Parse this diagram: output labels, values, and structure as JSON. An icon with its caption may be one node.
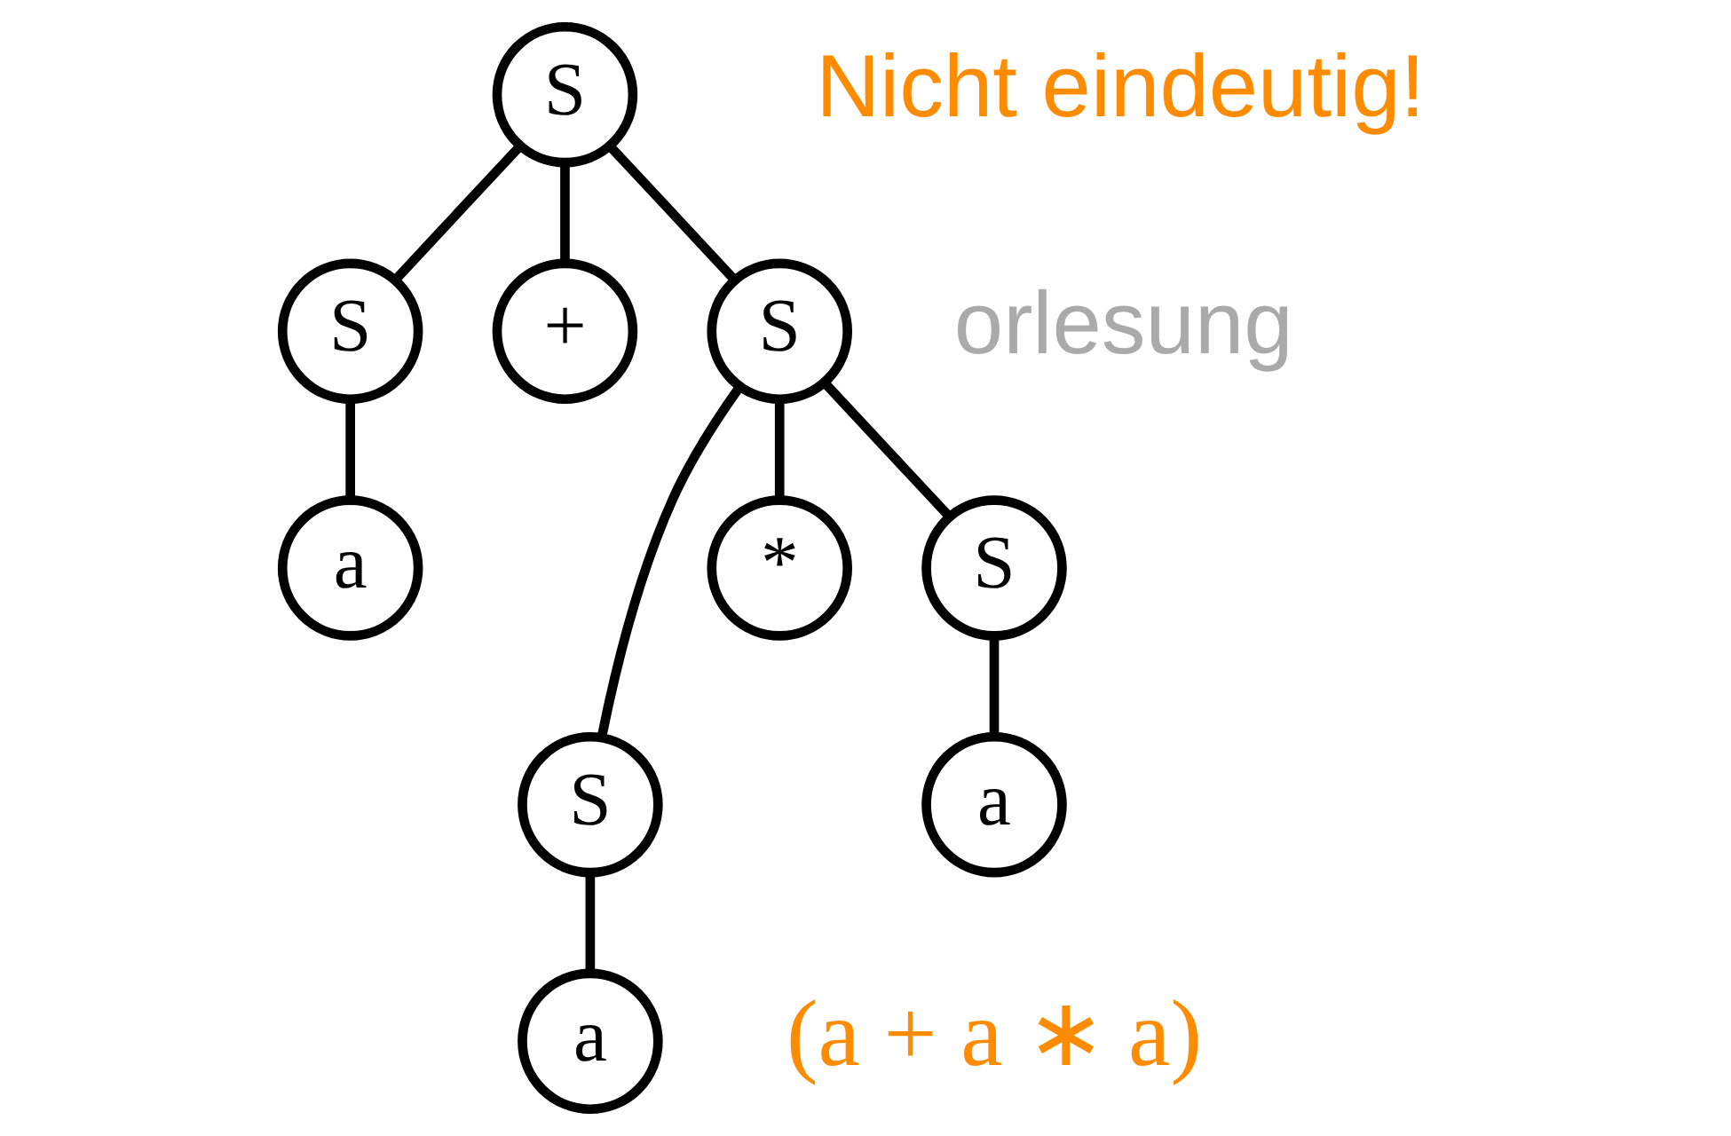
{
  "diagram": {
    "nodes": [
      {
        "text": [
          "S"
        ]
      },
      {
        "text": [
          "S"
        ]
      },
      {
        "text": [
          "+"
        ]
      },
      {
        "text": [
          "S"
        ]
      },
      {
        "text": [
          "a"
        ]
      },
      {
        "text": [
          "S"
        ]
      },
      {
        "text": [
          "*"
        ]
      },
      {
        "text": [
          "S"
        ]
      },
      {
        "text": [
          "a"
        ]
      },
      {
        "text": [
          "a"
        ]
      }
    ],
    "edges": [
      {
        "from": 0,
        "to": 1,
        "arrow": "none"
      },
      {
        "from": 0,
        "to": 2,
        "arrow": "none"
      },
      {
        "from": 0,
        "to": 3,
        "arrow": "none"
      },
      {
        "from": 1,
        "to": 4,
        "arrow": "none"
      },
      {
        "from": 3,
        "to": 5,
        "arrow": "none"
      },
      {
        "from": 3,
        "to": 6,
        "arrow": "none"
      },
      {
        "from": 3,
        "to": 7,
        "arrow": "none"
      },
      {
        "from": 5,
        "to": 8,
        "arrow": "none"
      },
      {
        "from": 7,
        "to": 9,
        "arrow": "none"
      }
    ],
    "labels": [
      "Nicht eindeutig!",
      "orlesung",
      "(a + a ∗ a)"
    ]
  }
}
